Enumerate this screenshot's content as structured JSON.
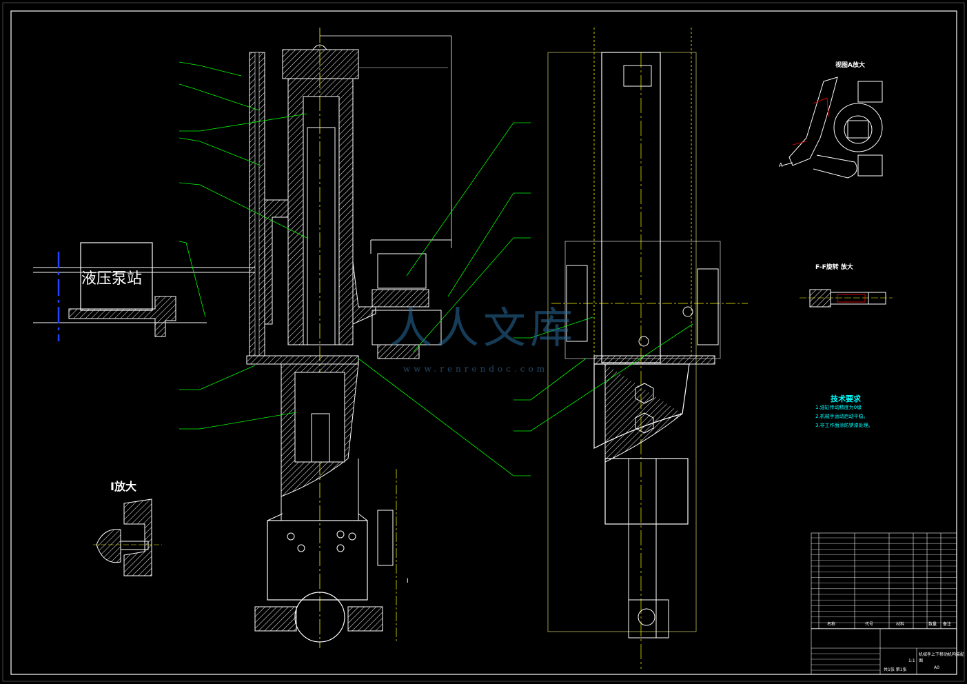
{
  "labels": {
    "hydraulic_station": "液压泵站",
    "detail_i": "I放大",
    "view_a": "视图A放大",
    "section_ff": "F-F旋转 放大",
    "tech_title": "技术要求",
    "tech_items": [
      "1.油缸传动精度为0级",
      "2.机械手运动启动平稳。",
      "3.非工作面涂防锈漆处理。"
    ],
    "marker_i": "I",
    "marker_a": "A"
  },
  "watermark": {
    "text": "人人文库",
    "url": "www.renrendoc.com"
  },
  "title_block": {
    "headers": [
      "名称",
      "代号",
      "材料",
      "数量",
      "备注"
    ],
    "drawing_title": "机械手上下移动机构装配图",
    "sheet_info": "共1张 第1张",
    "scale": "1:1",
    "size": "A0"
  },
  "colors": {
    "line": "#ffffff",
    "leader": "#00ff00",
    "center": "#ffff00",
    "hatch": "#ffffff",
    "accent": "#ff0000",
    "dim": "#00ffff"
  }
}
